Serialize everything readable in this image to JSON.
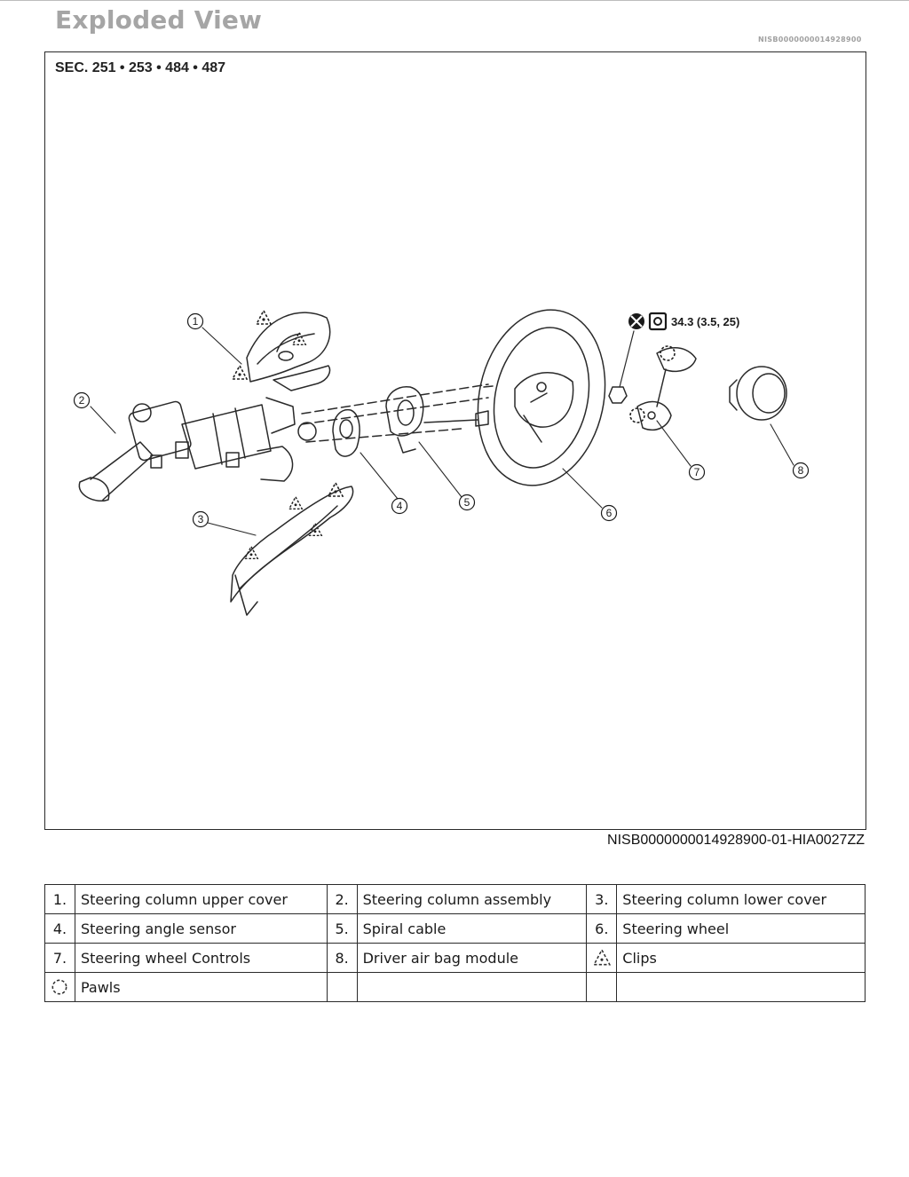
{
  "header": {
    "title": "Exploded View",
    "doc_code": "NISB0000000014928900"
  },
  "figure": {
    "section_label": "SEC. 251 • 253 • 484 • 487",
    "torque_spec": "34.3 (3.5, 25)",
    "callouts": [
      "1",
      "2",
      "3",
      "4",
      "5",
      "6",
      "7",
      "8"
    ],
    "figure_id": "NISB0000000014928900-01-HIA0027ZZ"
  },
  "legend": {
    "rows": [
      [
        {
          "num": "1.",
          "label": "Steering column upper cover"
        },
        {
          "num": "2.",
          "label": "Steering column assembly"
        },
        {
          "num": "3.",
          "label": "Steering column lower cover"
        }
      ],
      [
        {
          "num": "4.",
          "label": "Steering angle sensor"
        },
        {
          "num": "5.",
          "label": "Spiral cable"
        },
        {
          "num": "6.",
          "label": "Steering wheel"
        }
      ],
      [
        {
          "num": "7.",
          "label": "Steering wheel Controls"
        },
        {
          "num": "8.",
          "label": "Driver air bag module"
        },
        {
          "symbol": "clip-triangle-icon",
          "label": "Clips"
        }
      ],
      [
        {
          "symbol": "pawl-circle-icon",
          "label": "Pawls"
        }
      ]
    ]
  }
}
